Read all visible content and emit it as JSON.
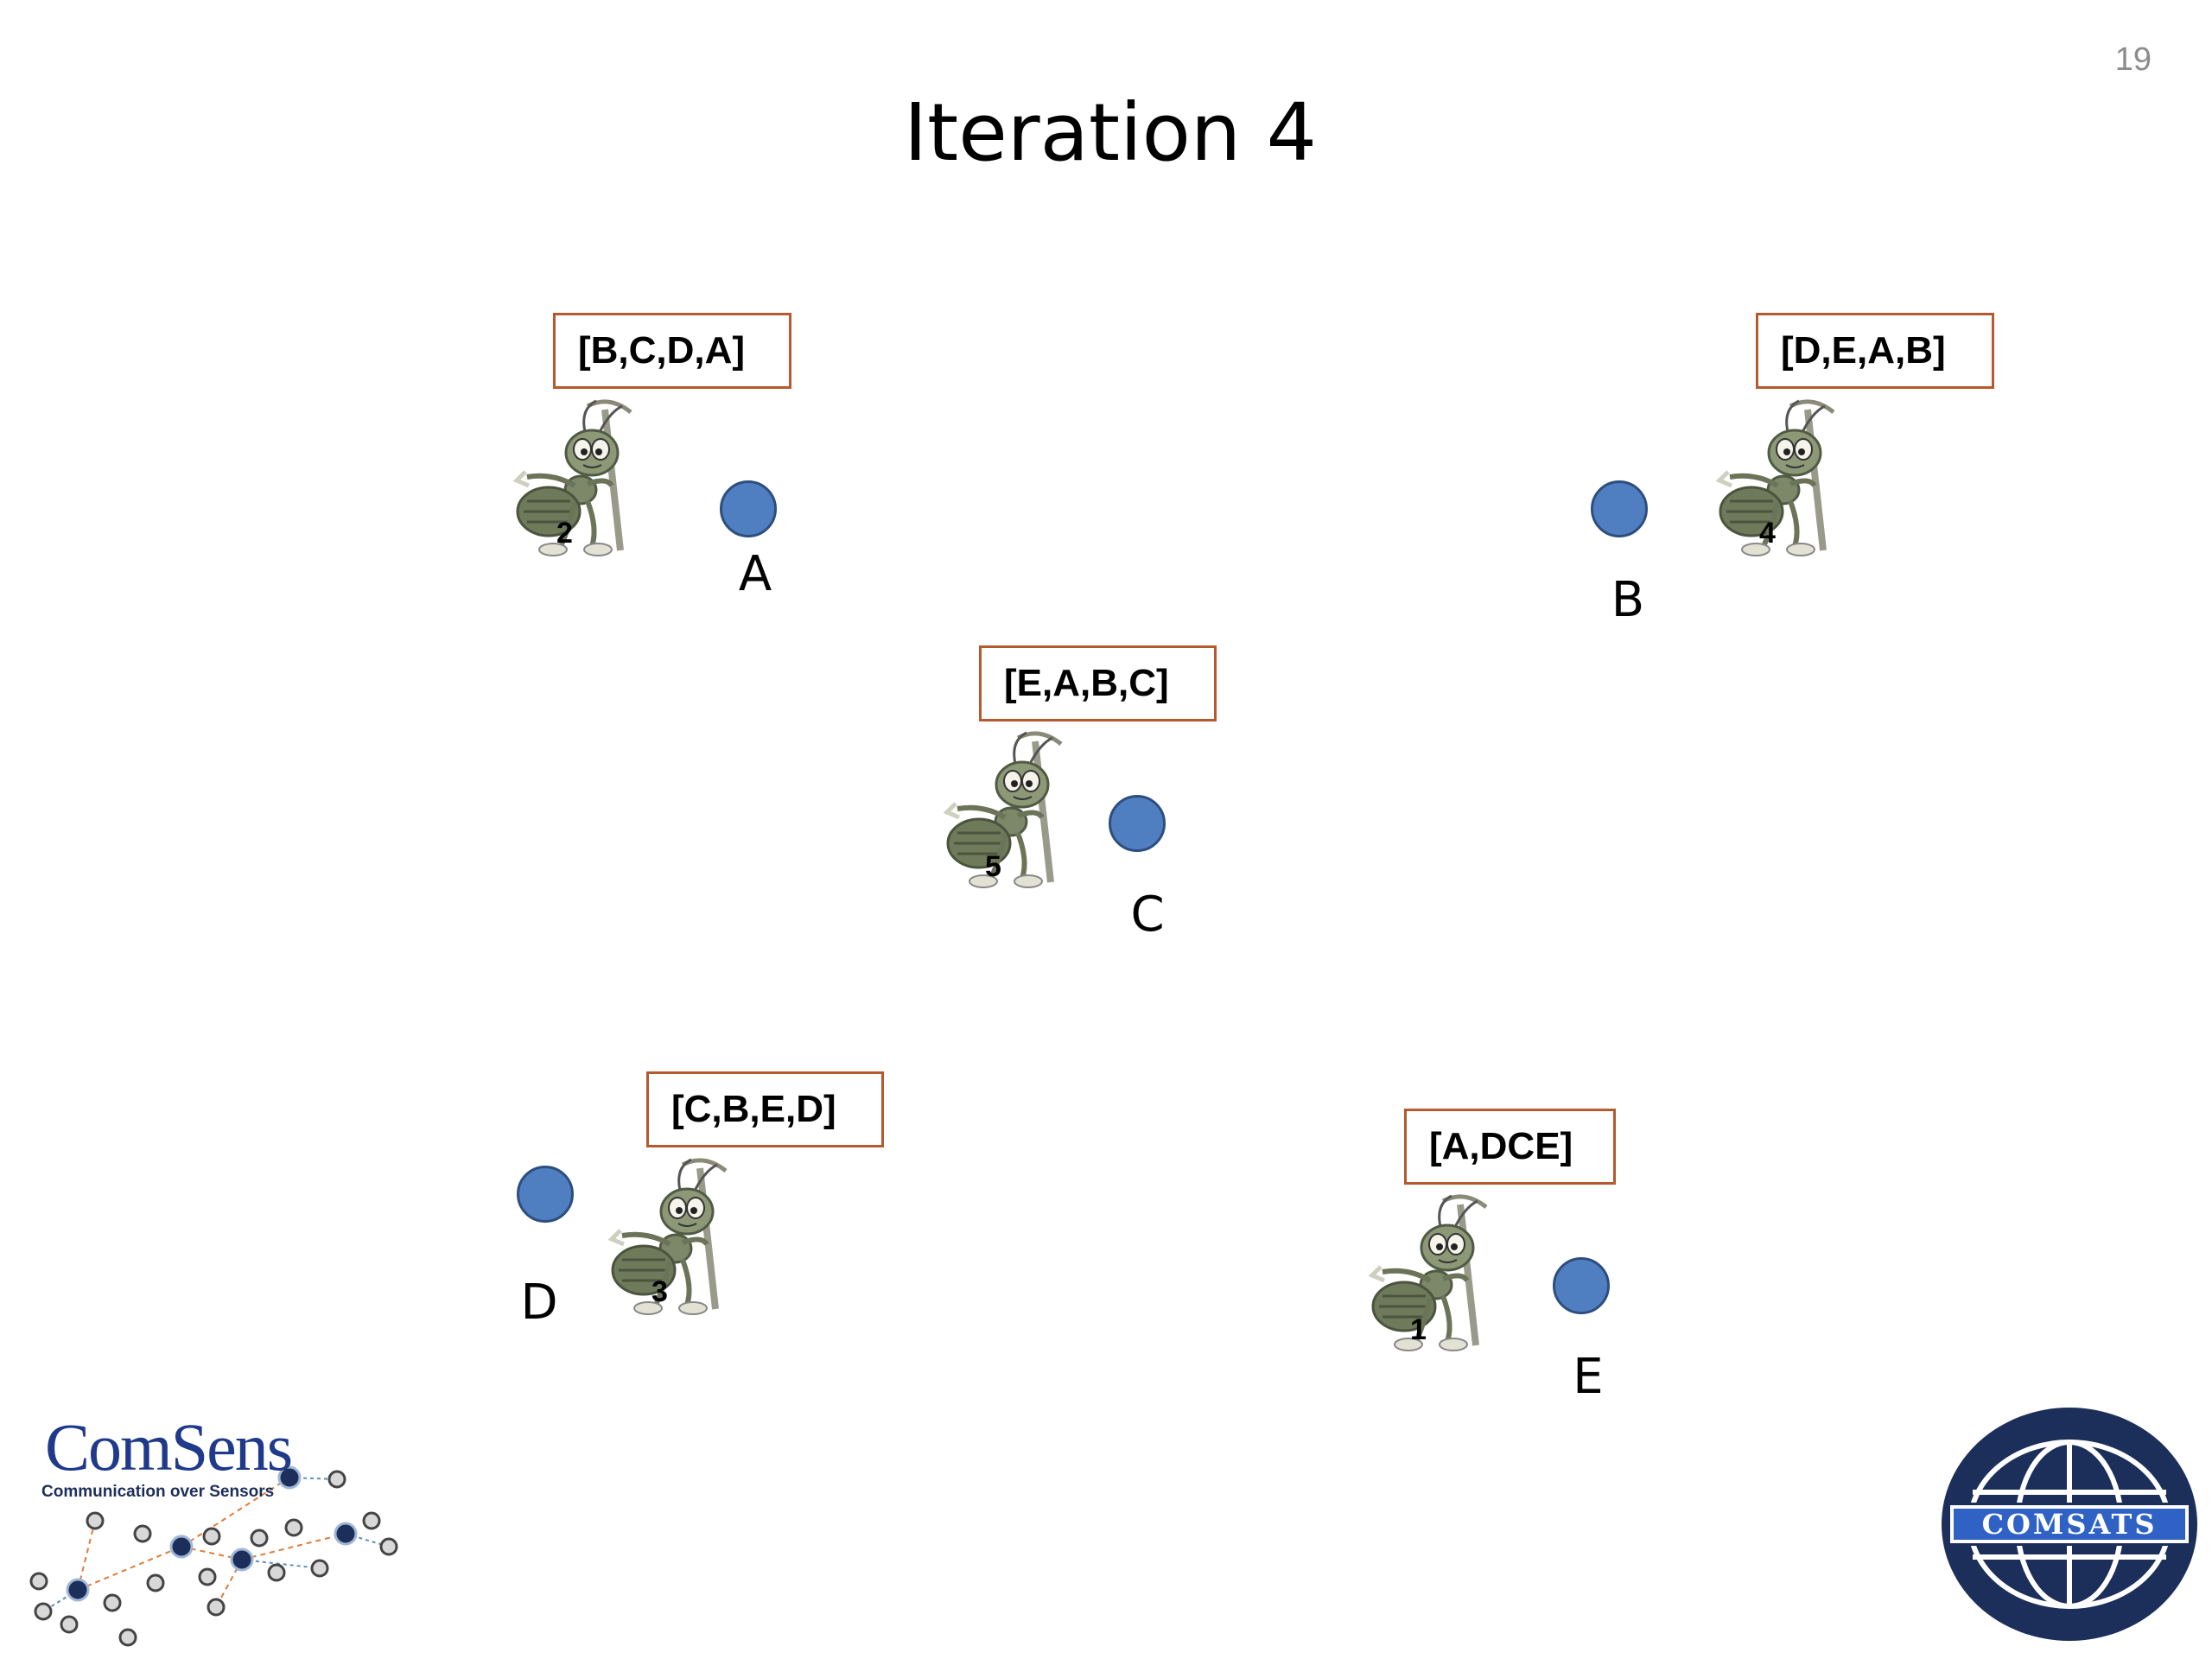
{
  "slide": {
    "title": "Iteration 4",
    "page_number": "19"
  },
  "nodes": [
    {
      "label": "A"
    },
    {
      "label": "B"
    },
    {
      "label": "C"
    },
    {
      "label": "D"
    },
    {
      "label": "E"
    }
  ],
  "ants": [
    {
      "number": "2",
      "tour": "[B,C,D,A]"
    },
    {
      "number": "4",
      "tour": "[D,E,A,B]"
    },
    {
      "number": "5",
      "tour": "[E,A,B,C]"
    },
    {
      "number": "3",
      "tour": "[C,B,E,D]"
    },
    {
      "number": "1",
      "tour": "[A,DCE]"
    }
  ],
  "logos": {
    "comsens": {
      "brand": "ComSens",
      "tagline": "Communication over Sensors"
    },
    "comsats": {
      "text": "COMSATS"
    }
  },
  "colors": {
    "node_fill": "#4f7fc0",
    "box_border": "#b5592e",
    "comsats_navy": "#1c2e5a"
  }
}
